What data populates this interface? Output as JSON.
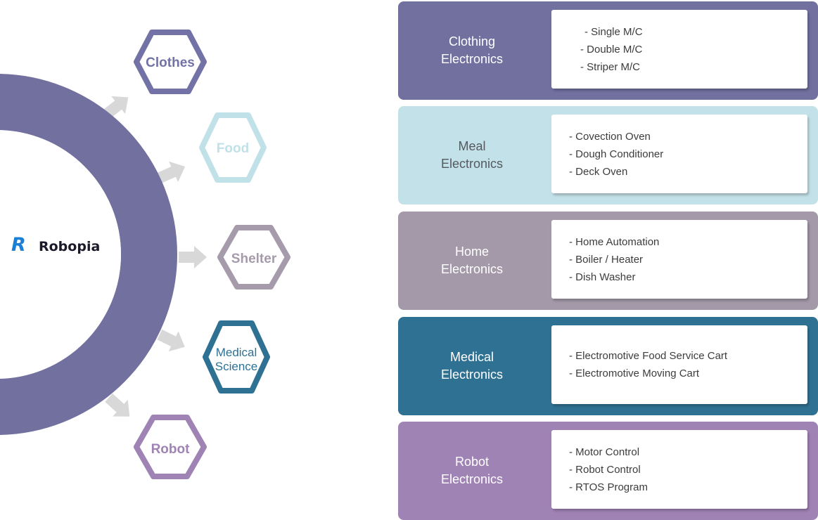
{
  "logo": {
    "mark": "R",
    "name": "Robopia",
    "mark_color": "#1a7fd6"
  },
  "hexagons": [
    {
      "label_lines": [
        "Clothes"
      ],
      "color": "#7272a6"
    },
    {
      "label_lines": [
        "Food"
      ],
      "color": "#c1e1e9"
    },
    {
      "label_lines": [
        "Shelter"
      ],
      "color": "#a59bab"
    },
    {
      "label_lines": [
        "Medical",
        "Science"
      ],
      "color": "#2e7193"
    },
    {
      "label_lines": [
        "Robot"
      ],
      "color": "#a083b5"
    }
  ],
  "ring_color": "#72709f",
  "arrow_color": "#d8d8d8",
  "categories": [
    {
      "title_lines": [
        "Clothing",
        "Electronics"
      ],
      "color": "#72709f",
      "items": [
        "- Single M/C",
        "- Double M/C",
        "- Striper M/C"
      ]
    },
    {
      "title_lines": [
        "Meal",
        "Electronics"
      ],
      "color": "#c3e1e8",
      "items": [
        "- Covection Oven",
        "- Dough Conditioner",
        "- Deck Oven"
      ]
    },
    {
      "title_lines": [
        "Home",
        "Electronics"
      ],
      "color": "#a399a8",
      "items": [
        "- Home Automation",
        "- Boiler / Heater",
        "- Dish Washer"
      ]
    },
    {
      "title_lines": [
        "Medical",
        "Electronics"
      ],
      "color": "#2e7193",
      "items": [
        "- Electromotive Food Service Cart",
        "- Electromotive Moving Cart"
      ]
    },
    {
      "title_lines": [
        "Robot",
        "Electronics"
      ],
      "color": "#a083b5",
      "items": [
        "- Motor Control",
        "- Robot Control",
        "- RTOS Program"
      ]
    }
  ]
}
